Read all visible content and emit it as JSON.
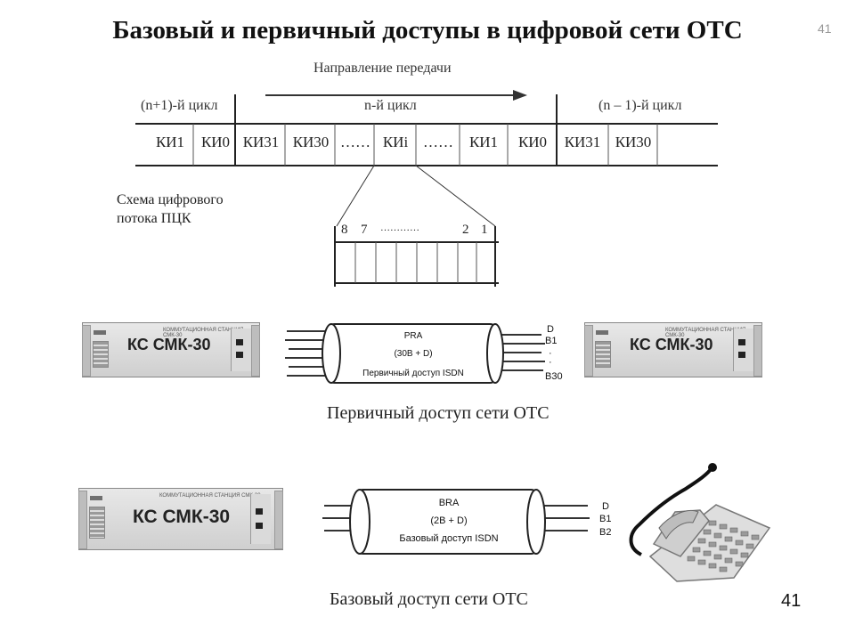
{
  "title": "Базовый и первичный доступы в цифровой сети ОТС",
  "page_number_top": "41",
  "page_number_bottom": "41",
  "frame": {
    "direction_label": "Направление передачи",
    "cycles": [
      "(n+1)-й цикл",
      "n-й цикл",
      "(n – 1)-й цикл"
    ],
    "cells": [
      "КИ1",
      "КИ0",
      "КИ31",
      "КИ30",
      "……",
      "КИi",
      "……",
      "КИ1",
      "КИ0",
      "КИ31",
      "КИ30"
    ],
    "scheme_label_line1": "Схема цифрового",
    "scheme_label_line2": "потока ПЦК",
    "bits": [
      "8",
      "7",
      "…………",
      "2",
      "1"
    ]
  },
  "primary": {
    "device_label": "КС СМК-30",
    "device_toptext": "КОММУТАЦИОННАЯ СТАНЦИЯ СМК-30",
    "cable_label1": "PRA",
    "cable_label2": "(30B + D)",
    "cable_label3": "Первичный доступ ISDN",
    "channels": [
      "D",
      "B1",
      "·",
      "·",
      "B30"
    ],
    "caption": "Первичный доступ сети ОТС"
  },
  "basic": {
    "device_label": "КС СМК-30",
    "device_toptext": "КОММУТАЦИОННАЯ СТАНЦИЯ СМК-30",
    "cable_label1": "BRA",
    "cable_label2": "(2B + D)",
    "cable_label3": "Базовый доступ ISDN",
    "channels": [
      "D",
      "B1",
      "B2"
    ],
    "caption": "Базовый доступ сети ОТС"
  }
}
